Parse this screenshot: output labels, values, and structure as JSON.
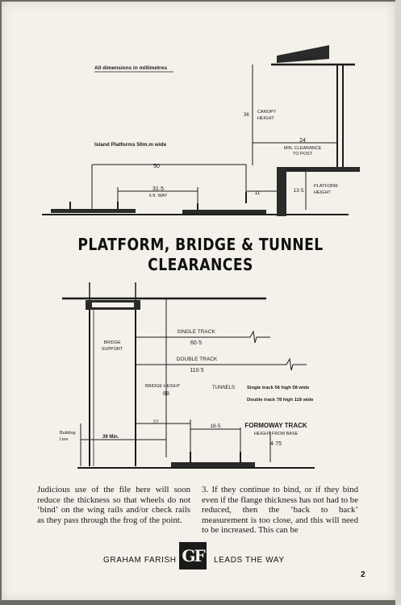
{
  "note": "All dimensions in millimetres",
  "top_diagram": {
    "canopy": "CANOPY",
    "canopy_height_value": "36",
    "canopy_height_label_1": "CANOPY",
    "canopy_height_label_2": "HEIGHT",
    "island_platforms": "Island Platforms  50m.m wide",
    "dim_50": "50",
    "dim_24": "24",
    "min_clearance_1": "MIN. CLEARANCE",
    "min_clearance_2": "TO POST",
    "dim_31_5": "31·5",
    "six_ft_way": "6 ft. WAY",
    "dim_11": "11",
    "dim_13_5": "13·5",
    "platform_height_1": "PLATFORM",
    "platform_height_2": "HEIGHT"
  },
  "title_line_1": "PLATFORM, BRIDGE & TUNNEL",
  "title_line_2": "CLEARANCES",
  "bottom_diagram": {
    "bridge_support_1": "BRIDGE",
    "bridge_support_2": "SUPPORT",
    "single_track": "SINGLE   TRACK",
    "single_track_value": "60·5",
    "double_track": "DOUBLE   TRACK",
    "double_track_value": "110·5",
    "bridge_height": "BRIDGE  HEIGHT",
    "bridge_height_value": "68",
    "tunnels": "TUNNELS",
    "tunnels_single": "Single track  56 high  58 wide",
    "tunnels_double": "Double track  78 high  118 wide",
    "building_line_1": "Building",
    "building_line_2": "Line",
    "min_39": "39 Min.",
    "dim_22": "22",
    "dim_16_5": "16·5",
    "formoway_track": "FORMOWAY TRACK",
    "height_from_base": "HEIGHT FROM BASE",
    "height_value": "4·75"
  },
  "paragraph_left": "Judicious use of the file here will soon reduce the thickness so that wheels do not ‘bind’ on the wing rails and/or check rails as they pass through the frog of the point.",
  "paragraph_right": "3.  If they continue to bind, or if they bind even if the flange thickness has not had to be reduced, then the ‘back to back’ measurement is too close, and this will need to be increased. This can be",
  "footer": {
    "left": "GRAHAM FARISH",
    "logo": "GF",
    "right": "LEADS THE WAY"
  },
  "page_number": "2"
}
